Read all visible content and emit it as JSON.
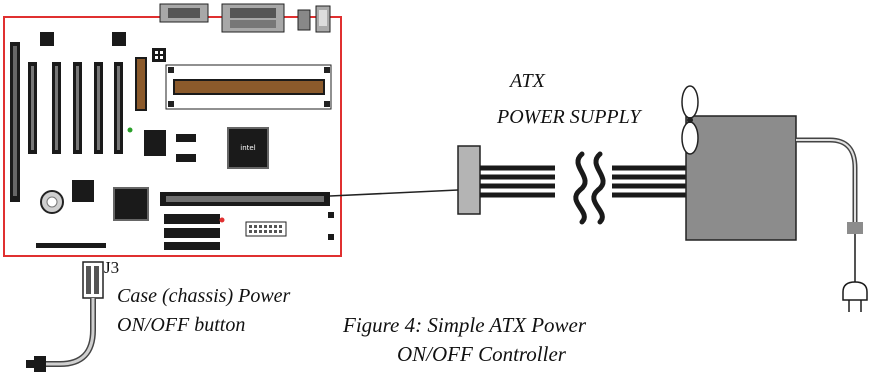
{
  "labels": {
    "power_supply_line1": "ATX",
    "power_supply_line2": "POWER SUPPLY",
    "connector": "J3",
    "switch_line1": "Case (chassis) Power",
    "switch_line2": "ON/OFF button",
    "caption_line1": "Figure 4: Simple ATX Power",
    "caption_line2": "ON/OFF Controller"
  },
  "colors": {
    "board_outline": "#e03030",
    "chip_fill": "#1a1a1a",
    "psu_fill": "#8c8c8c",
    "connector_fill": "#b4b4b4"
  }
}
